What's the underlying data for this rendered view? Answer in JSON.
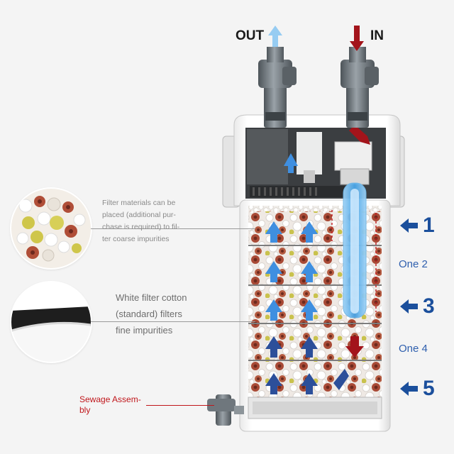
{
  "ports": {
    "out_label": "OUT",
    "in_label": "IN"
  },
  "notes": {
    "filter_materials": [
      "Filter materials can be",
      "placed (additional pur-",
      "chase is required) to fil-",
      "ter coarse impurities"
    ],
    "filter_cotton": [
      "White filter cotton",
      "(standard) filters",
      "fine impurities"
    ],
    "sewage": [
      "Sewage Assem-",
      "bly"
    ]
  },
  "layers": [
    {
      "label": "1",
      "style": "number"
    },
    {
      "label": "One 2",
      "style": "word"
    },
    {
      "label": "3",
      "style": "number"
    },
    {
      "label": "One 4",
      "style": "word"
    },
    {
      "label": "5",
      "style": "number"
    }
  ],
  "colors": {
    "flow_up": "#3f8fe0",
    "flow_in": "#a3141b",
    "layer_text": "#1b4f9c",
    "sewage_text": "#c0161b",
    "canister": "#ffffff",
    "valve": "#6f777d"
  },
  "icons": {
    "out_arrow": "arrow-up-icon",
    "in_arrow": "arrow-down-icon",
    "layer_arrow": "arrow-left-icon"
  }
}
